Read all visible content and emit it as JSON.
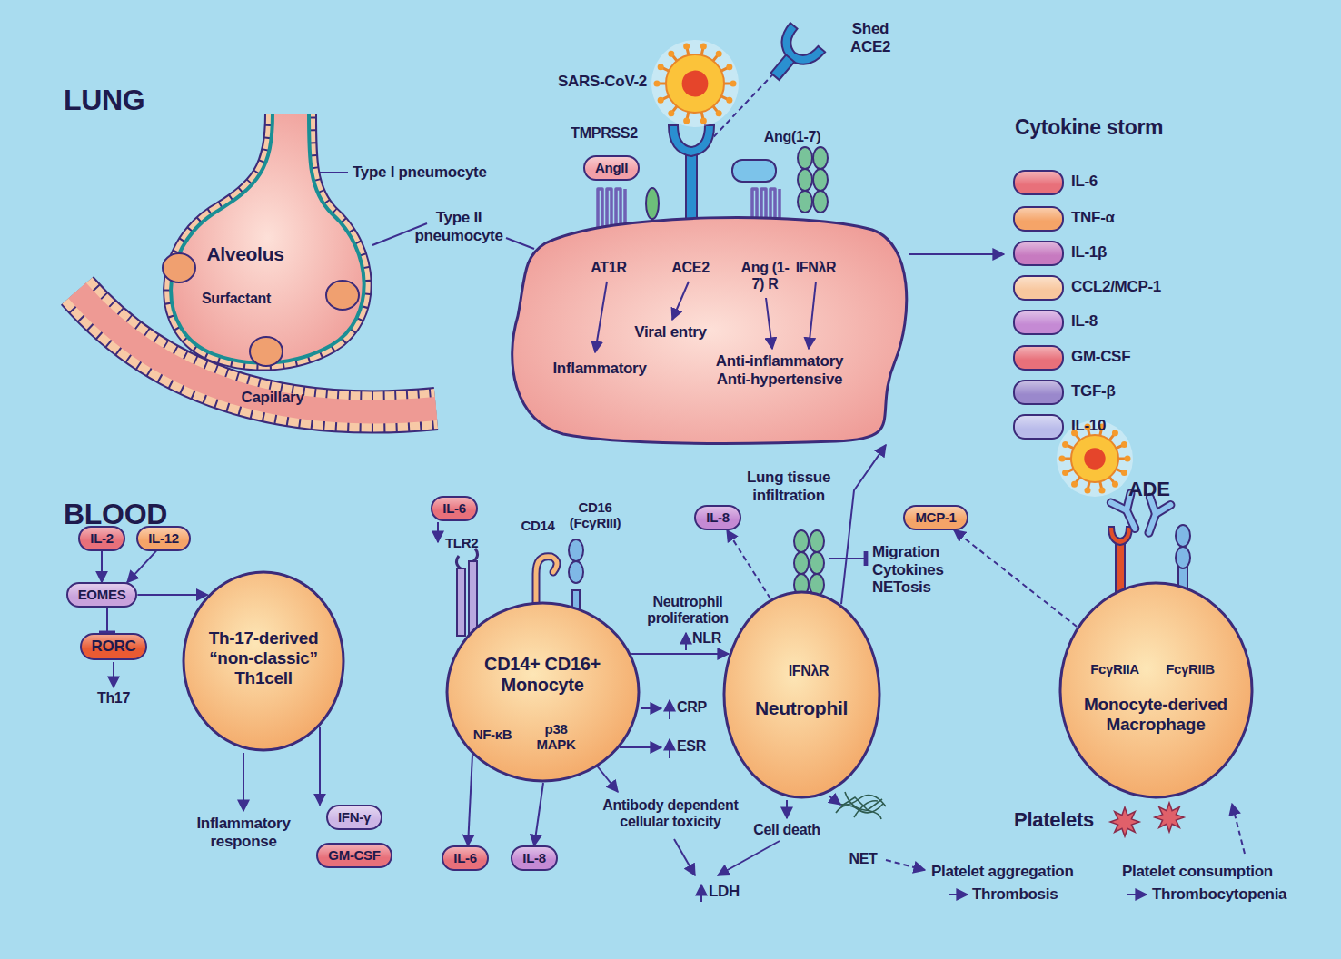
{
  "diagram": {
    "nodes": [
      {
        "text": [
          "Alveolus",
          "Surfactant"
        ]
      },
      {
        "text": [
          "Capillary"
        ]
      },
      {
        "text": [
          "AngII"
        ]
      },
      {
        "text": [
          "AT1R",
          "ACE2",
          "Ang (1-7) R",
          "IFNλR",
          "Inflammatory",
          "Viral entry",
          "Anti-inflammatory Anti-hypertensive"
        ]
      },
      {
        "text": [
          "Cytokine storm"
        ]
      },
      {
        "text": [
          "IL-6"
        ],
        "in": 4
      },
      {
        "text": [
          "TNF-α"
        ],
        "in": 4
      },
      {
        "text": [
          "IL-1β"
        ],
        "in": 4
      },
      {
        "text": [
          "CCL2/MCP-1"
        ],
        "in": 4
      },
      {
        "text": [
          "IL-8"
        ],
        "in": 4
      },
      {
        "text": [
          "GM-CSF"
        ],
        "in": 4
      },
      {
        "text": [
          "TGF-β"
        ],
        "in": 4
      },
      {
        "text": [
          "IL-10"
        ],
        "in": 4
      },
      {
        "text": [
          "IL-2"
        ]
      },
      {
        "text": [
          "IL-12"
        ]
      },
      {
        "text": [
          "EOMES"
        ]
      },
      {
        "text": [
          "RORC"
        ]
      },
      {
        "text": [
          "Th-17-derived “non-classic” Th1cell"
        ]
      },
      {
        "text": [
          "IFN-γ"
        ]
      },
      {
        "text": [
          "GM-CSF"
        ]
      },
      {
        "text": [
          "IL-6"
        ]
      },
      {
        "text": [
          "CD14+ CD16+ Monocyte",
          "NF-κB",
          "p38 MAPK"
        ]
      },
      {
        "text": [
          "IL-6"
        ]
      },
      {
        "text": [
          "IL-8"
        ]
      },
      {
        "text": [
          "IL-8"
        ]
      },
      {
        "text": [
          "IFNλR",
          "Neutrophil"
        ]
      },
      {
        "text": [
          "MCP-1"
        ]
      },
      {
        "text": [
          "FcγRIIA",
          "FcγRIIB",
          "Monocyte-derived Macrophage"
        ]
      }
    ],
    "edges": [
      {
        "from": 3,
        "to": 4,
        "arrow": "to"
      },
      {
        "from": 13,
        "to": 15,
        "arrow": "to"
      },
      {
        "from": 14,
        "to": 15,
        "arrow": "to"
      },
      {
        "from": 15,
        "to": 17,
        "arrow": "to"
      },
      {
        "from": 15,
        "to": 16,
        "arrow": "to"
      },
      {
        "from": 17,
        "to": 18,
        "arrow": "to"
      },
      {
        "from": 21,
        "to": 22,
        "arrow": "to"
      },
      {
        "from": 21,
        "to": 23,
        "arrow": "to"
      },
      {
        "from": 21,
        "to": 25,
        "arrow": "to"
      },
      {
        "from": 25,
        "to": 24,
        "arrow": "to"
      },
      {
        "from": 25,
        "to": 3,
        "label": "Lung tissue infiltration",
        "arrow": "to"
      },
      {
        "from": 27,
        "to": 26,
        "arrow": "to"
      }
    ],
    "labels": [
      "LUNG",
      "BLOOD",
      "Type I pneumocyte",
      "Type II pneumocyte",
      "SARS-CoV-2",
      "TMPRSS2",
      "Shed ACE2",
      "Ang(1-7)",
      "Th17",
      "Inflammatory response",
      "TLR2",
      "CD14",
      "CD16 (FcγRIII)",
      "Neutrophil proliferation",
      "NLR",
      "CRP",
      "ESR",
      "Antibody dependent cellular toxicity",
      "Cell death",
      "LDH",
      "Migration Cytokines NETosis",
      "NET",
      "Platelet aggregation",
      "Thrombosis",
      "Platelets",
      "Platelet consumption",
      "Thrombocytopenia",
      "ADE"
    ]
  }
}
